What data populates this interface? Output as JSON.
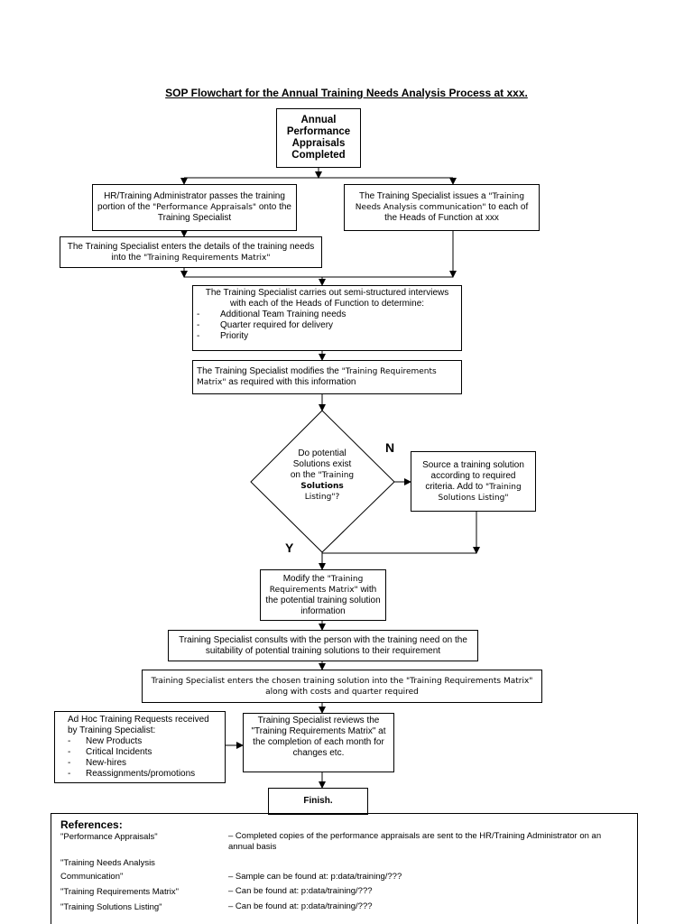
{
  "title": "SOP Flowchart for the Annual Training Needs Analysis Process at xxx.",
  "steps": {
    "start": "Annual Performance Appraisals Completed",
    "hr_pass": {
      "a": "HR/Training Administrator passes the training portion of the ",
      "q": "\"Performance Appraisals\"",
      "b": " onto the Training Specialist"
    },
    "issue_comm": {
      "a": "The Training Specialist issues a ",
      "q": "\"Training Needs Analysis communication\"",
      "b": " to each of the Heads of Function at xxx"
    },
    "enter_details": {
      "a": "The Training Specialist enters the details of the training needs into the ",
      "q": "\"Training Requirements Matrix\""
    },
    "interviews": {
      "intro": "The Training Specialist carries out semi-structured interviews with each of the Heads of Function to determine:",
      "items": [
        "Additional Team Training needs",
        "Quarter required for delivery",
        "Priority"
      ],
      "bullet": "-"
    },
    "modify_matrix": {
      "a": "The Training Specialist modifies the ",
      "q": "\"Training Requirements Matrix\"",
      "b": " as required with this information"
    },
    "decision": {
      "a": "Do potential Solutions exist on the ",
      "q": "\"Training ",
      "bold": "Solutions",
      "b": " Listing\"?"
    },
    "no_label": "N",
    "yes_label": "Y",
    "source_solution": {
      "a": "Source a training solution according to required criteria. Add to ",
      "q": "\"Training Solutions Listing\""
    },
    "modify_potential": {
      "a": "Modify the ",
      "q": "\"Training Requirements Matrix\"",
      "b": " with the potential training solution information"
    },
    "consult": "Training Specialist consults with the person with the training need on the suitability of potential training solutions to their requirement",
    "enter_chosen": {
      "q": "Training Specialist enters the chosen training solution into the \"Training Requirements Matrix\" along with costs and quarter required"
    },
    "adhoc": {
      "intro": "Ad Hoc Training Requests received by Training Specialist:",
      "items": [
        "New Products",
        "Critical Incidents",
        "New-hires",
        "Reassignments/promotions"
      ],
      "bullet": "-"
    },
    "review": "Training Specialist reviews the \"Training Requirements Matrix\" at the completion of each month for changes etc.",
    "finish": "Finish."
  },
  "references": {
    "heading": "References:",
    "rows": [
      {
        "term": "\"Performance Appraisals\"",
        "desc": "– Completed copies of the performance appraisals are sent to the HR/Training Administrator on an annual basis"
      },
      {
        "term": "\"Training Needs Analysis Communication\"",
        "desc": "– Sample can be found at: p:data/training/???"
      },
      {
        "term": "\"Training Requirements Matrix\"",
        "desc": "– Can be found at: p:data/training/???"
      },
      {
        "term": "\"Training Solutions Listing\"",
        "desc": "– Can be found at: p:data/training/???"
      }
    ]
  }
}
